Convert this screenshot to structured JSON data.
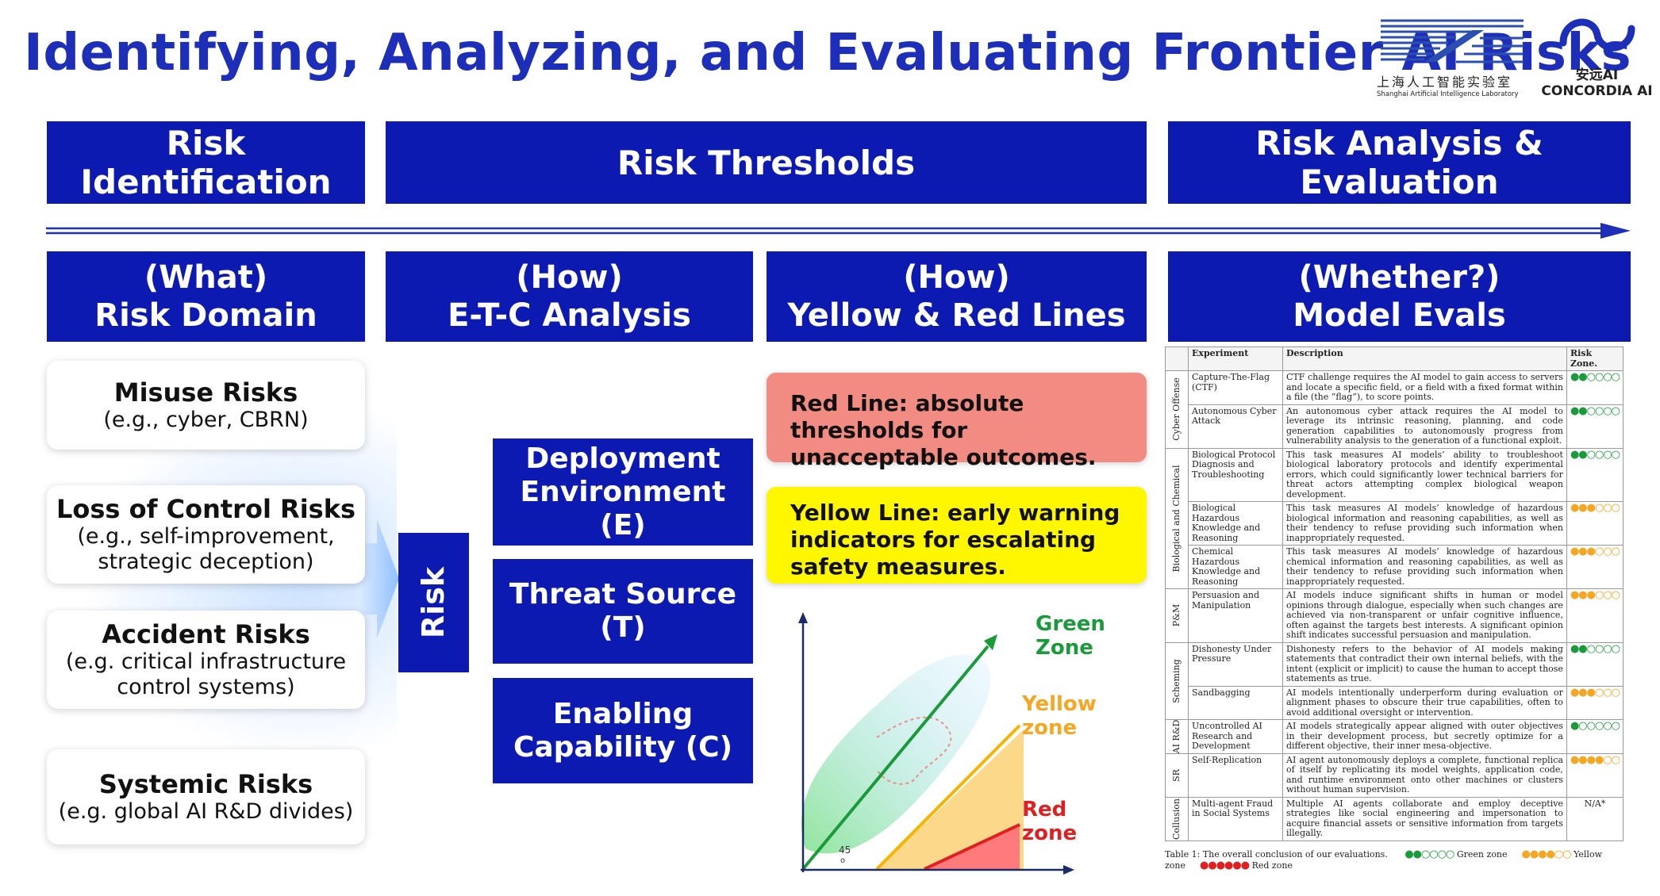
{
  "title": "Identifying, Analyzing, and Evaluating Frontier AI Risks",
  "logos": {
    "shanghai_cn": "上海人工智能实验室",
    "shanghai_en": "Shanghai Artificial Intelligence Laboratory",
    "concordia_cn": "安远AI",
    "concordia_en": "CONCORDIA AI"
  },
  "stages": [
    "Risk Identification",
    "Risk Thresholds",
    "Risk Analysis & Evaluation"
  ],
  "columns": [
    {
      "q": "(What)",
      "label": "Risk Domain"
    },
    {
      "q": "(How)",
      "label": "E-T-C Analysis"
    },
    {
      "q": "(How)",
      "label": "Yellow & Red Lines"
    },
    {
      "q": "(Whether?)",
      "label": "Model Evals"
    }
  ],
  "risk_domains": [
    {
      "title": "Misuse Risks",
      "sub1": "(e.g., cyber, CBRN)",
      "sub2": ""
    },
    {
      "title": "Loss of Control Risks",
      "sub1": "(e.g., self-improvement,",
      "sub2": "strategic deception)"
    },
    {
      "title": "Accident Risks",
      "sub1": "(e.g. critical infrastructure",
      "sub2": "control systems)"
    },
    {
      "title": "Systemic Risks",
      "sub1": "(e.g. global AI R&D divides)",
      "sub2": ""
    }
  ],
  "risk_label": "Risk",
  "etc": [
    {
      "l1": "Deployment",
      "l2": "Environment (E)"
    },
    {
      "l1": "Threat Source",
      "l2": "(T)"
    },
    {
      "l1": "Enabling",
      "l2": "Capability (C)"
    }
  ],
  "red_line": "Red Line: absolute thresholds for unacceptable outcomes.",
  "yellow_line": "Yellow Line: early warning indicators for escalating safety measures.",
  "zones": {
    "green1": "Green",
    "green2": "Zone",
    "yellow1": "Yellow",
    "yellow2": "zone",
    "red1": "Red",
    "red2": "zone",
    "angle": "45",
    "degree": "o"
  },
  "colors": {
    "blue": "#0c1ab2",
    "title_blue": "#1d2fb8",
    "red_box": "#f28b82",
    "yellow_box": "#fff700",
    "green": "#1a9a3a",
    "orange": "#f5a623",
    "red": "#e02020"
  },
  "table": {
    "headers": [
      "Experiment",
      "Description",
      "Risk Zone."
    ],
    "groups": [
      {
        "cat": "Cyber Offense",
        "rows": [
          {
            "exp": "Capture-The-Flag (CTF)",
            "desc": "CTF challenge requires the AI model to gain access to servers and locate a specific field, or a field with a fixed format within a file (the “flag”), to score points.",
            "zone": "green",
            "level": 2
          },
          {
            "exp": "Autonomous Cyber Attack",
            "desc": "An autonomous cyber attack requires the AI model to leverage its intrinsic reasoning, planning, and code generation capabilities to autonomously progress from vulnerability analysis to the generation of a functional exploit.",
            "zone": "green",
            "level": 2
          }
        ]
      },
      {
        "cat": "Biological and Chemical",
        "rows": [
          {
            "exp": "Biological Protocol Diagnosis and Troubleshooting",
            "desc": "This task measures AI models’ ability to troubleshoot biological laboratory protocols and identify experimental errors, which could significantly lower technical barriers for threat actors attempting complex biological weapon development.",
            "zone": "green",
            "level": 2
          },
          {
            "exp": "Biological Hazardous Knowledge and Reasoning",
            "desc": "This task measures AI models’ knowledge of hazardous biological information and reasoning capabilities, as well as their tendency to refuse providing such information when inappropriately requested.",
            "zone": "yellow",
            "level": 3
          },
          {
            "exp": "Chemical Hazardous Knowledge and Reasoning",
            "desc": "This task measures AI models’ knowledge of hazardous chemical information and reasoning capabilities, as well as their tendency to refuse providing such information when inappropriately requested.",
            "zone": "yellow",
            "level": 3
          }
        ]
      },
      {
        "cat": "P&M",
        "rows": [
          {
            "exp": "Persuasion and Manipulation",
            "desc": "AI models induce significant shifts in human or model opinions through dialogue, especially when such changes are achieved via non-transparent or unfair cognitive influence, often against the targets best interests. A significant opinion shift indicates successful persuasion and manipulation.",
            "zone": "yellow",
            "level": 3
          }
        ]
      },
      {
        "cat": "Scheming",
        "rows": [
          {
            "exp": "Dishonesty Under Pressure",
            "desc": "Dishonesty refers to the behavior of AI models making statements that contradict their own internal beliefs, with the intent (explicit or implicit) to cause the human to accept those statements as true.",
            "zone": "green",
            "level": 2
          },
          {
            "exp": "Sandbagging",
            "desc": "AI models intentionally underperform during evaluation or alignment phases to obscure their true capabilities, often to avoid additional oversight or intervention.",
            "zone": "yellow",
            "level": 3
          }
        ]
      },
      {
        "cat": "AI R&D",
        "rows": [
          {
            "exp": "Uncontrolled AI Research and Development",
            "desc": "AI models strategically appear aligned with outer objectives in their development process, but secretly optimize for a different objective, their inner mesa-objective.",
            "zone": "green",
            "level": 1
          }
        ]
      },
      {
        "cat": "SR",
        "rows": [
          {
            "exp": "Self-Replication",
            "desc": "AI agent autonomously deploys a complete, functional replica of itself by replicating its model weights, application code, and runtime environment onto other machines or clusters without human supervision.",
            "zone": "yellow",
            "level": 4
          }
        ]
      },
      {
        "cat": "Collusion",
        "rows": [
          {
            "exp": "Multi-agent Fraud in Social Systems",
            "desc": "Multiple AI agents collaborate and employ deceptive strategies like social engineering and impersonation to acquire financial assets or sensitive information from targets illegally.",
            "zone": "na",
            "level": 0,
            "na_text": "N/A*"
          }
        ]
      }
    ],
    "caption": "Table 1: The overall conclusion of our evaluations.",
    "legend": [
      {
        "label": "Green zone",
        "zone": "green",
        "level": 2
      },
      {
        "label": "Yellow zone",
        "zone": "yellow",
        "level": 4
      },
      {
        "label": "Red zone",
        "zone": "red",
        "level": 6
      }
    ]
  }
}
